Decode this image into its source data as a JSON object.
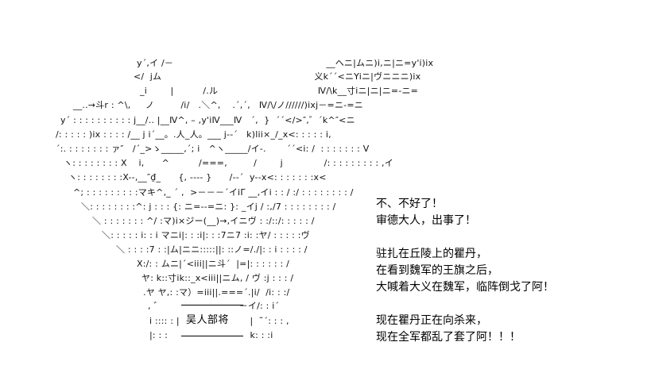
{
  "ascii_art": {
    "lines": [
      "y´,イ /－                                                    __ヘニ|ムニ)i,ニ|ニ=y'i)ix",
      "</  jム                                                    义k´´<ニYiニ|ヴニニニ)ix",
      "_i        |          /.ル                                  Ⅳ/\\k__寸iニ|ニ|ニ=-ニ=",
      "__..→斗r : ^\\,     ノ         /i/   .＼^,    .´,´,   Ⅳ/\\/ノ//////)ixj－=ニ-=ニ",
      "y´ : : : : : : : : : : j__/.. |__Ⅳ^, – ,y'iⅣ___Ⅳ   ´,  }  ´´</>″,゜ˊk^″<ニ",
      "/: : : : : )ix : : : : /__ j i´__。.人_人。___ j--´   k)lii×_/_x<: : : : : i,",
      "´:. : : : : : : : ァ″   /´_>ゝ_____,´; i   ^ヽ_____/イ-.       ´´<i: /  : : : : : : : V",
      "ヽ: : : : : : : : X    i,      ^          /===,         /        j              /: : : : : : : : : ,イ",
      "ヽ: : : : : : : :X--,__″₫_      {, ---- }      /--´  y--x<: : : : : : :x<",
      "^; : : : : : : : : :マキ^,_ ´ ,  >－－－´イiΓ __,イi : : / :/ : : : : : : : : /",
      "＼: : : : : : : :^: j : : : {: ニ=--=ニ: }: _イj / :,/7 : : : : : : : : /",
      "＼ : : : : : : : ^/ :マ)i×ジー(__)→,イニヴ : :/::/: : : : : /",
      "＼: : : : : i: : i マニi|: : :i|: : :7ニ7 :i: :ヤ/ : : : : :ヴ",
      "＼ : : : :7 : :|ム|ニニ:::::||: ::ノ=/./|: : i : : : : /",
      "X:/: : ムニ|´<iii||ニ斗´  |=|: : : : : : /",
      "ヤ: k::寸ik::_x<iii||ニム, / ヴ :j : : : /",
      ".ヤ ヤ,: :マ）=iii||.===´.|i/  /i: : :/",
      ", ゛                          －イ/: : i´",
      "i :::: : |                        |  ˜´: : : ,",
      "|: : :                            k: : :i"
    ]
  },
  "nameplate": {
    "text": "吴人部将"
  },
  "dialog": {
    "lines": [
      "不、不好了！",
      "审德大人，出事了！",
      "",
      "驻扎在丘陵上的瞿丹，",
      "在看到魏军的王旗之后，",
      "大喊着大义在魏军，临阵倒戈了阿！",
      "",
      "现在瞿丹正在向杀来，",
      "现在全军都乱了套了阿！！！"
    ]
  }
}
